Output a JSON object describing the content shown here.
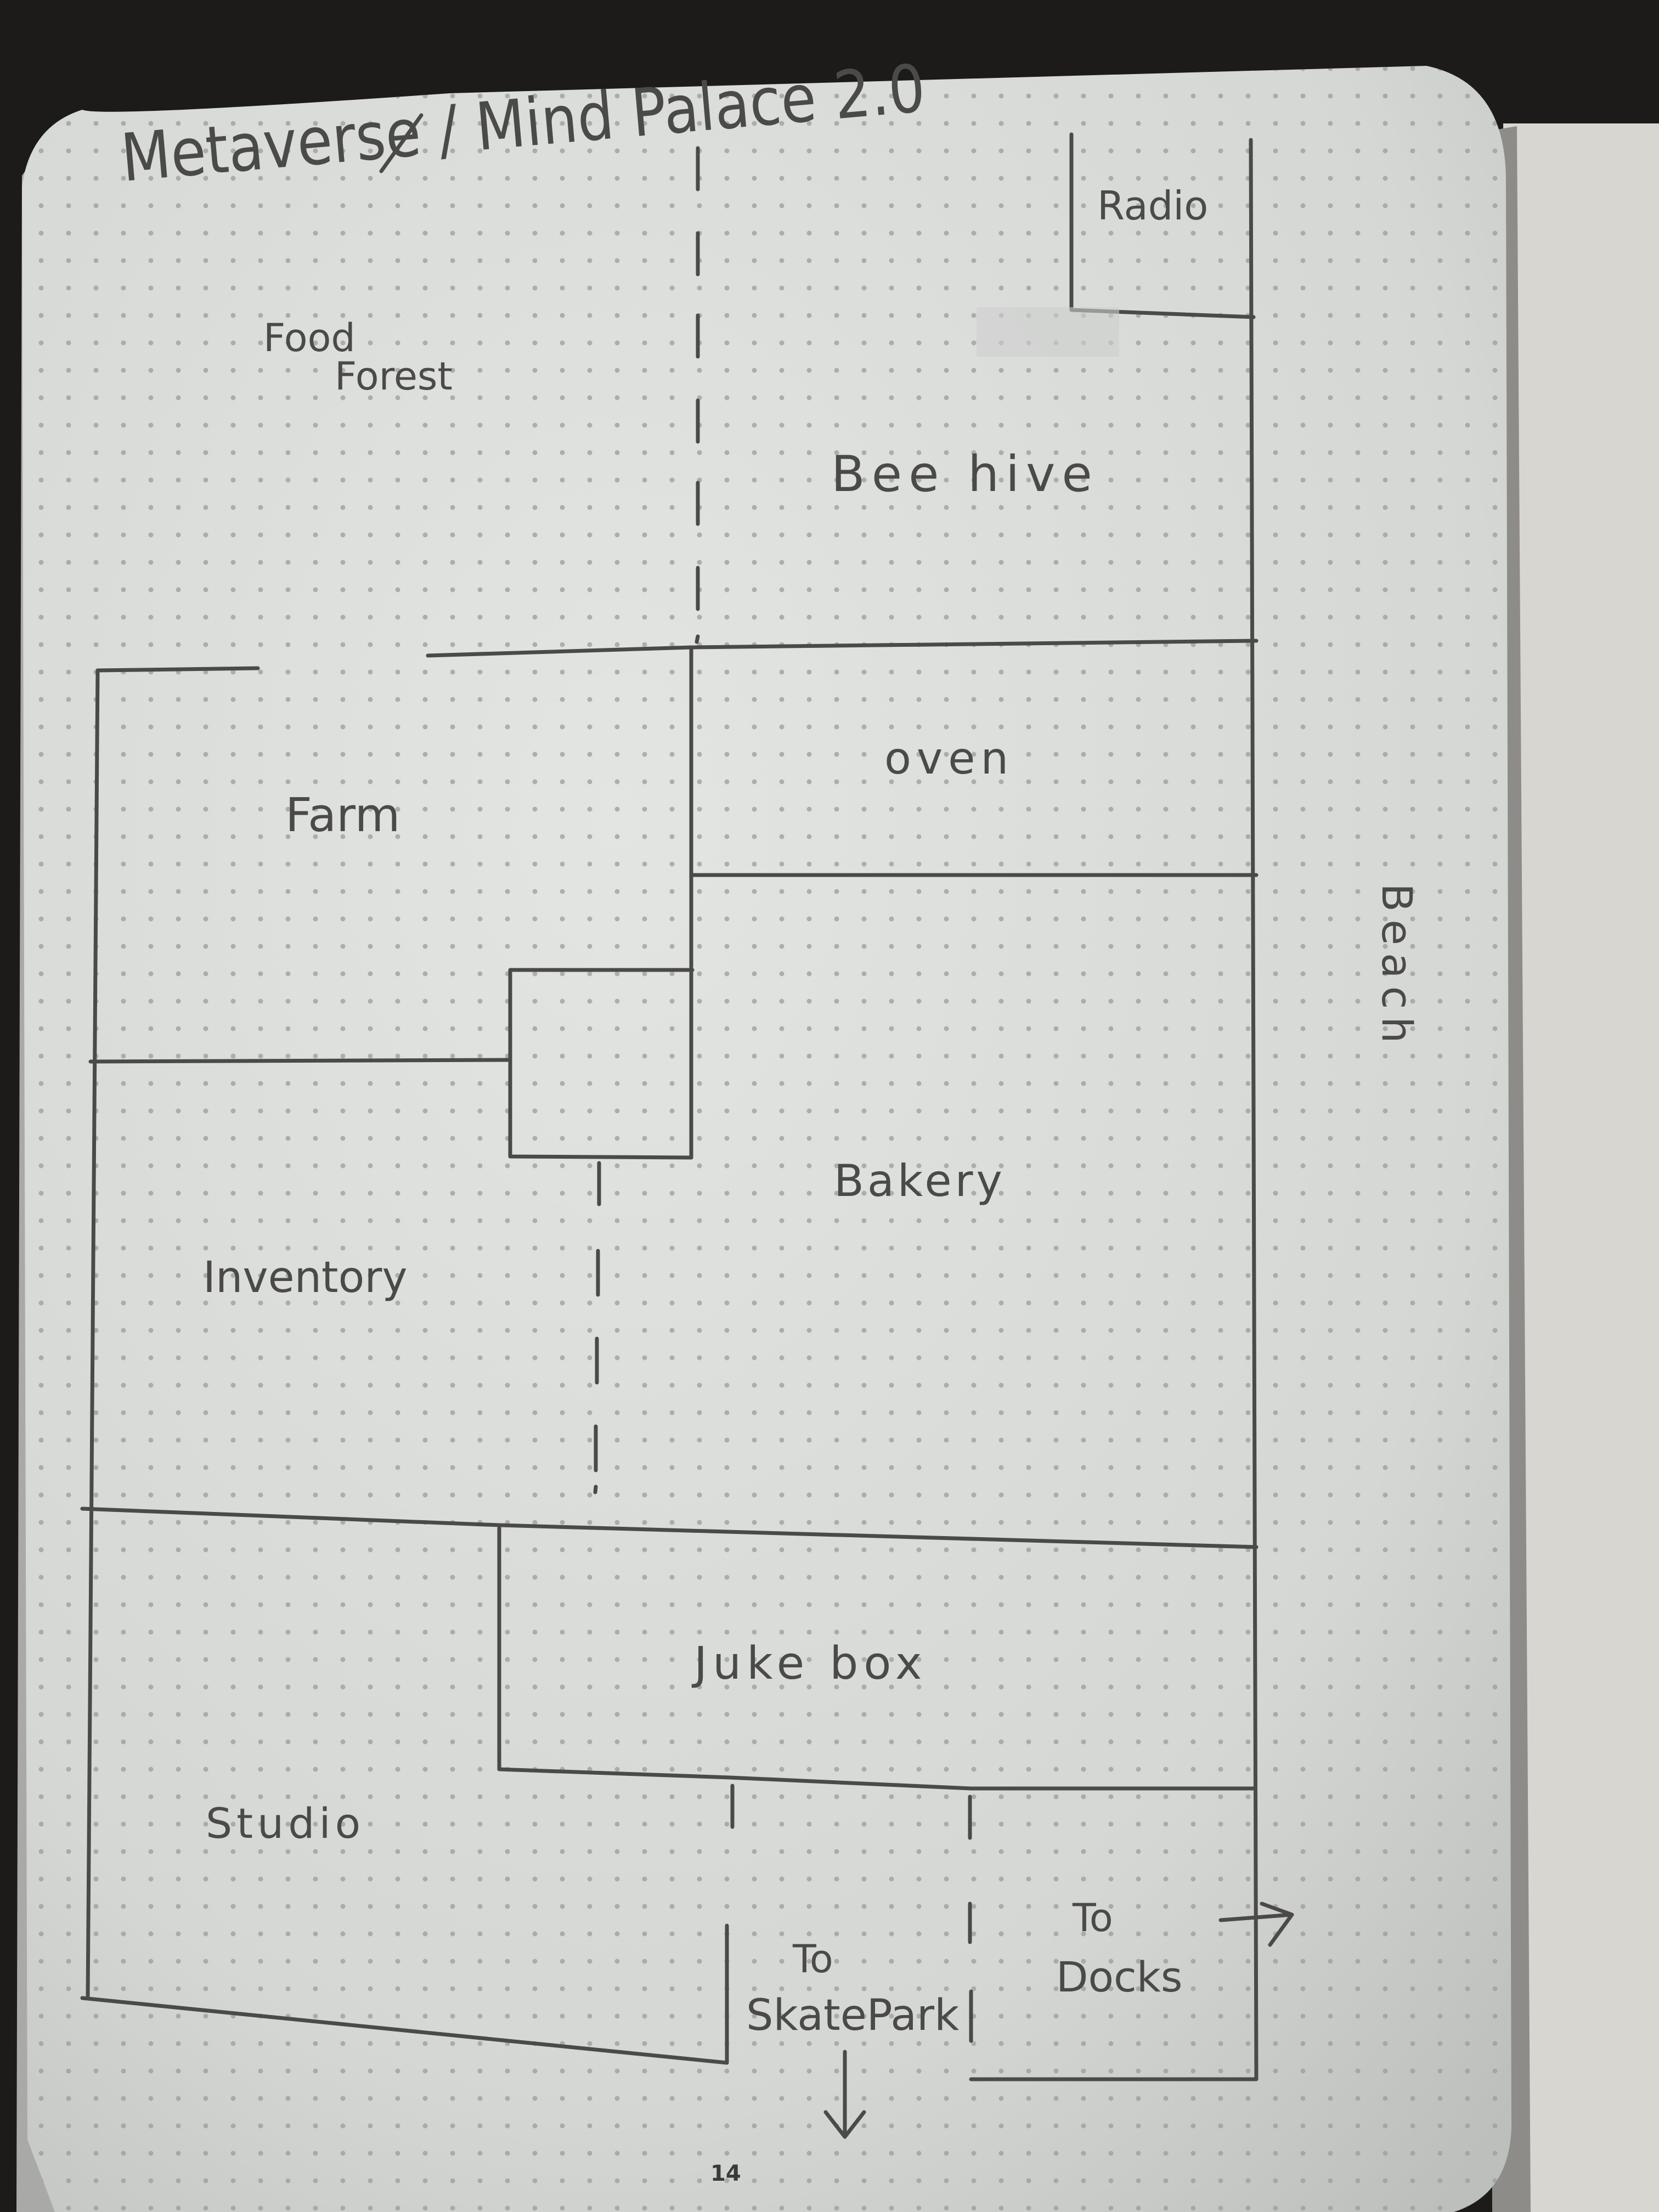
{
  "notebook": {
    "title": "Metaverse / Mind Palace 2.0",
    "page_number": "14",
    "colors": {
      "background": "#1c1b19",
      "page": "#dcdedc",
      "facing_page": "#d8d6d0",
      "pencil": "#4a4a48",
      "dot": "#9b9d9c"
    }
  },
  "map": {
    "areas": {
      "food_forest_line1": "Food",
      "food_forest_line2": "Forest",
      "radio": "Radio",
      "bee_hive": "Bee hive",
      "oven": "oven",
      "farm": "Farm",
      "bakery": "Bakery",
      "inventory": "Inventory",
      "juke_box": "Juke box",
      "studio": "Studio",
      "beach": "Beach"
    },
    "exits": {
      "skate_park_line1": "To",
      "skate_park_line2": "SkatePark",
      "docks_line1": "To",
      "docks_line2": "Docks"
    }
  }
}
